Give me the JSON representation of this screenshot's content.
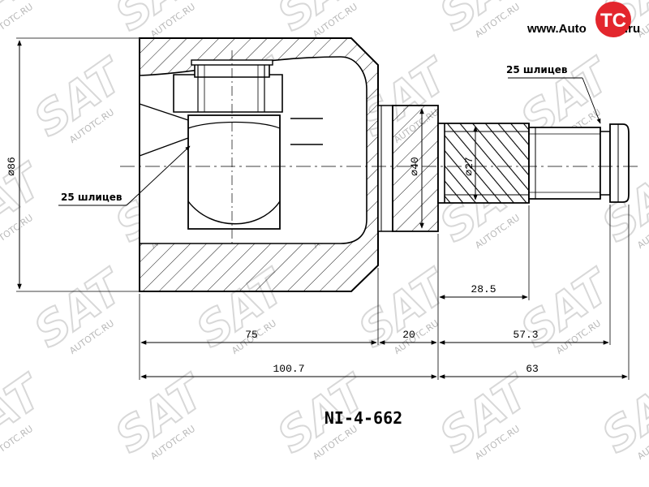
{
  "logo": {
    "prefix": "www.Auto",
    "mark": "TC",
    "suffix": ".ru",
    "color": "#e3262d"
  },
  "watermark": {
    "sat": "SAT",
    "site": "AUTOTC.RU"
  },
  "labels": {
    "splines_right": "25 шлицев",
    "splines_left": "25 шлицев",
    "diameter_body": "⌀86",
    "diameter_neck": "⌀40",
    "diameter_shaft": "⌀27"
  },
  "dimensions": {
    "d_28_5": "28.5",
    "d_75": "75",
    "d_20": "20",
    "d_57_3": "57.3",
    "d_100_7": "100.7",
    "d_63": "63"
  },
  "part_number": "NI-4-662"
}
